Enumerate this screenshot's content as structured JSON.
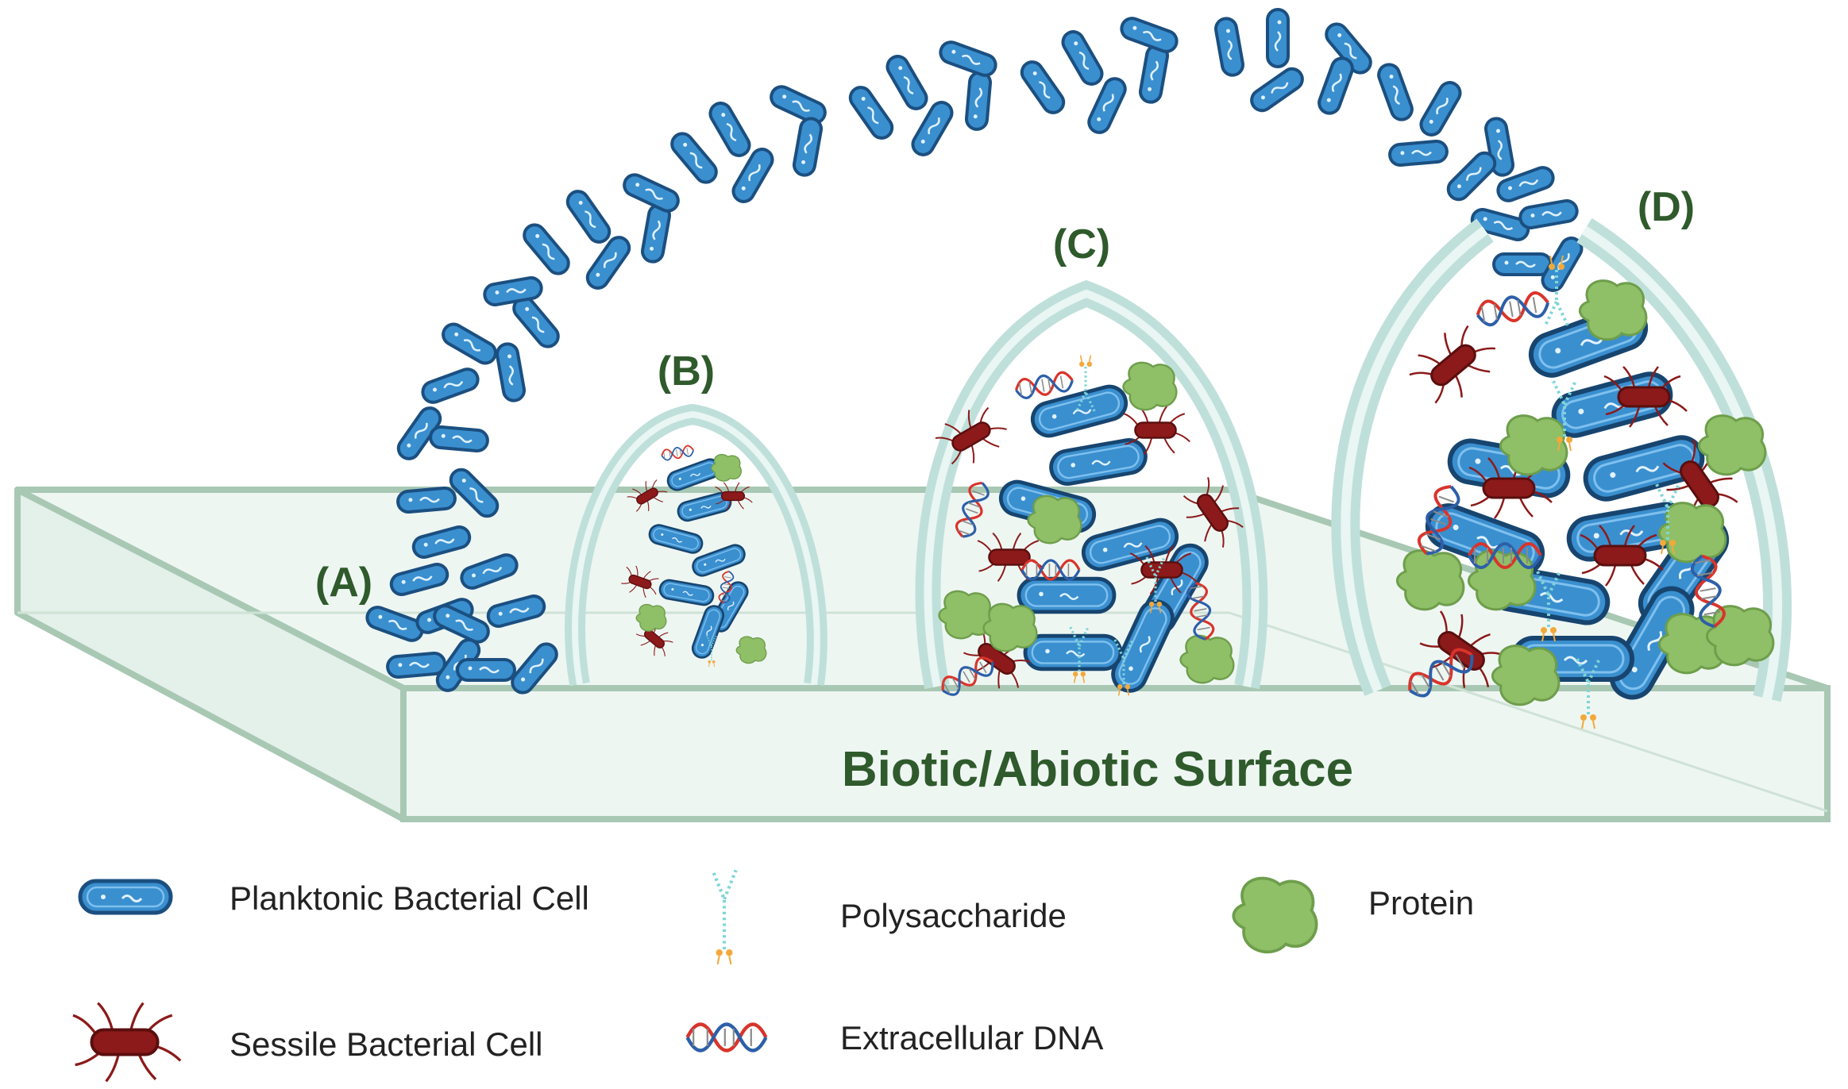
{
  "colors": {
    "label_green": "#2f5a2c",
    "planktonic_fill": "#3a8fcf",
    "planktonic_stroke": "#1b4f80",
    "sessile_fill": "#8c1a1a",
    "matrix_stroke": "#bfe0da",
    "matrix_inner": "#e9f6f3",
    "surface_fill": "#eef6f2",
    "surface_stroke": "#a8c8b4",
    "protein_fill": "#8fbf66",
    "polysaccharide": "#7ed6d6",
    "dna_red": "#d9342b",
    "dna_blue": "#2d5fa8",
    "legend_text": "#222222"
  },
  "stages": {
    "a": "(A)",
    "b": "(B)",
    "c": "(C)",
    "d": "(D)"
  },
  "surface": {
    "label": "Biotic/Abiotic Surface"
  },
  "legend": {
    "planktonic": {
      "label": "Planktonic Bacterial Cell",
      "icon": "planktonic-cell-icon"
    },
    "sessile": {
      "label": "Sessile Bacterial Cell",
      "icon": "sessile-cell-icon"
    },
    "polysaccharide": {
      "label": "Polysaccharide",
      "icon": "polysaccharide-icon"
    },
    "dna": {
      "label": "Extracellular DNA",
      "icon": "dna-helix-icon"
    },
    "protein": {
      "label": "Protein",
      "icon": "protein-icon"
    }
  }
}
